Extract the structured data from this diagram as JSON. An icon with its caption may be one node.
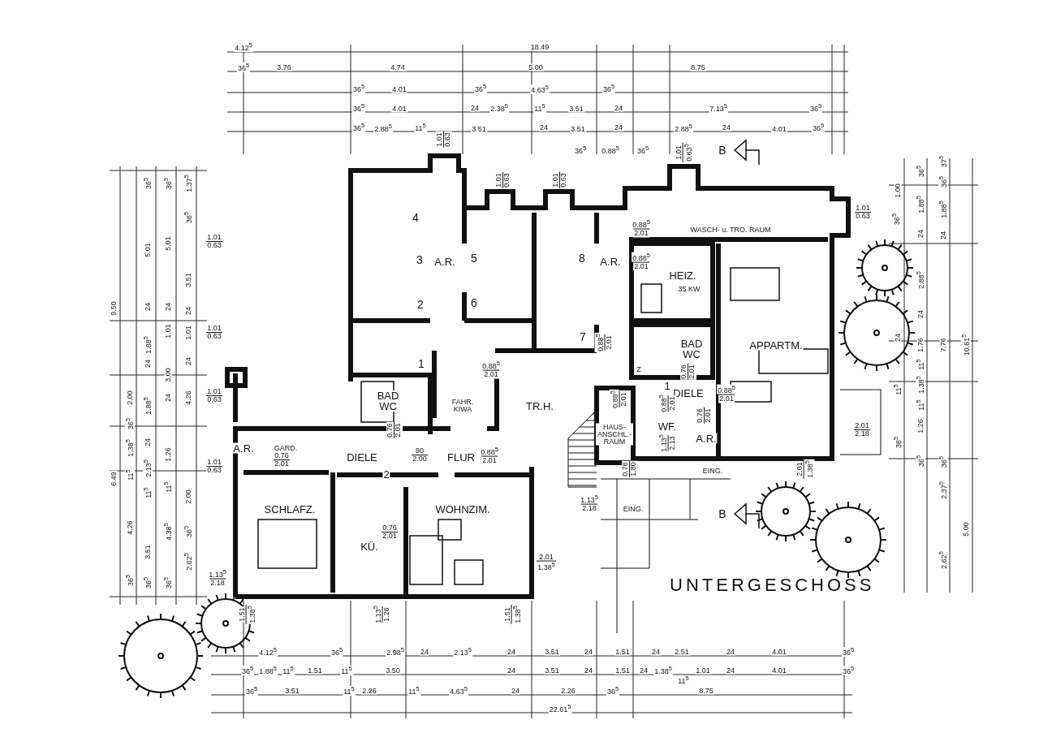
{
  "diagram": {
    "title": "UNTERGESCHOSS",
    "labels": [
      "4.12$^{5}$",
      "18.49",
      "36$^{5}$",
      "3.76",
      "4.74",
      "5.00",
      "8.75",
      "36$^{5}$",
      "4.01",
      "36$^{5}$",
      "4.63$^{5}$",
      "36$^{5}$",
      "36$^{5}$",
      "4.01",
      "24",
      "2.38$^{5}$",
      "11$^{5}$",
      "3.51",
      "24",
      "7.13$^{5}$",
      "36$^{5}$",
      "36$^{5}$",
      "2.88$^{5}$",
      "11$^{5}$",
      "3.51",
      "24",
      "3.51",
      "24",
      "2.88$^{5}$",
      "24",
      "4.01",
      "36$^{5}$",
      "36$^{5}$",
      "0.88$^{5}$",
      "36$^{5}$",
      "B",
      "1.01",
      "0.63",
      "1.01",
      "0.63",
      "1.01",
      "0.63",
      "1.01",
      "0.63$^{5}$",
      "1.01",
      "0.63",
      "9.50",
      "6.49",
      "2.00",
      "36$^{5}$",
      "1.38$^{5}$",
      "11$^{5}$",
      "4.26",
      "36$^{5}$",
      "36$^{5}$",
      "5.01",
      "24",
      "1.88$^{5}$",
      "24",
      "1.88$^{5}$",
      "24",
      "2.13$^{5}$",
      "11$^{5}$",
      "3.51",
      "36$^{5}$",
      "36$^{5}$",
      "5.01",
      "24",
      "1.01",
      "3.00",
      "24",
      "1.26",
      "11$^{5}$",
      "4.38$^{5}$",
      "36$^{5}$",
      "1.37$^{5}$",
      "36$^{5}$",
      "3.51",
      "24",
      "1.01",
      "24",
      "4.26",
      "2.00",
      "36$^{5}$",
      "2.62$^{5}$",
      "1.01",
      "0.63",
      "1.01",
      "0.63",
      "1.01",
      "0.63",
      "1.01",
      "0.63",
      "1.13$^{5}$",
      "2.18",
      "1.00",
      "36$^{5}$",
      "24",
      "11$^{5}$",
      "36$^{5}$",
      "36$^{5}$",
      "1.88$^{5}$",
      "24",
      "2.88$^{5}$",
      "24",
      "1.76",
      "11$^{5}$",
      "1.38$^{5}$",
      "11$^{5}$",
      "1.26",
      "36$^{5}$",
      "37$^{5}$",
      "36$^{5}$",
      "1.88$^{5}$",
      "24",
      "7.76",
      "36$^{5}$",
      "2.37$^{5}$",
      "2.62$^{5}$",
      "10.61$^{5}$",
      "5.00",
      "2.01",
      "2.18",
      "4",
      "3",
      "A.R.",
      "5",
      "2",
      "6",
      "1",
      "8",
      "A.R.",
      "7",
      "0.88$^{5}$",
      "2.01",
      "0.88$^{5}$",
      "2.01",
      "BAD WC",
      "0.76",
      "2.01",
      "FAHR. KIWA",
      "TR.H.",
      "A.R.",
      "GARD.",
      "0.76",
      "2.01",
      "DIELE",
      "90",
      "2.00",
      "FLUR",
      "0.88$^{5}$",
      "2.01",
      "2",
      "SCHLAFZ.",
      "WOHNZIM.",
      "0.76",
      "2.01",
      "KÜ.",
      "2.01",
      "1.38$^{5}$",
      "0.88$^{5}$",
      "2.01",
      "WASCH- u. TRO. RAUM",
      "0.88$^{5}$",
      "2.01",
      "HEIZ.",
      "35 KW",
      "BAD WC",
      "APPARTM.",
      "Z",
      "0.76",
      "2.01",
      "0.88$^{5}$",
      "2.01",
      "HAUS- ANSCHL.- RAUM",
      "1",
      "DIELE",
      "0.88$^{5}$",
      "2.01",
      "0.88$^{5}$",
      "2.01",
      "0.76",
      "2.01",
      "WF.",
      "A.R.",
      "1.13$^{5}$",
      "2.13",
      "0.76",
      "1.80",
      "EING.",
      "1.13$^{5}$",
      "2.18",
      "EING.",
      "B",
      "2.01",
      "1.38$^{5}$",
      "1.51",
      "1.38$^{5}$",
      "1.13$^{5}$",
      "1.26",
      "1.51",
      "1.38$^{5}$",
      "4.12$^{5}$",
      "36$^{5}$",
      "2.98$^{5}$",
      "24",
      "2.13$^{5}$",
      "24",
      "3.51",
      "24",
      "1.51",
      "24",
      "2.51",
      "24",
      "4.01",
      "36$^{5}$",
      "36$^{5}$",
      "1.88$^{5}$",
      "11$^{5}$",
      "1.51",
      "11$^{5}$",
      "3.50",
      "24",
      "3.51",
      "24",
      "1.51",
      "24",
      "1.38$^{5}$",
      "11$^{5}$",
      "1.01",
      "24",
      "4.01",
      "36$^{5}$",
      "36$^{5}$",
      "3.51",
      "11$^{5}$",
      "2.26",
      "11$^{5}$",
      "4.63$^{5}$",
      "24",
      "2.26",
      "36$^{5}$",
      "8.75",
      "22.61$^{5}$"
    ]
  }
}
